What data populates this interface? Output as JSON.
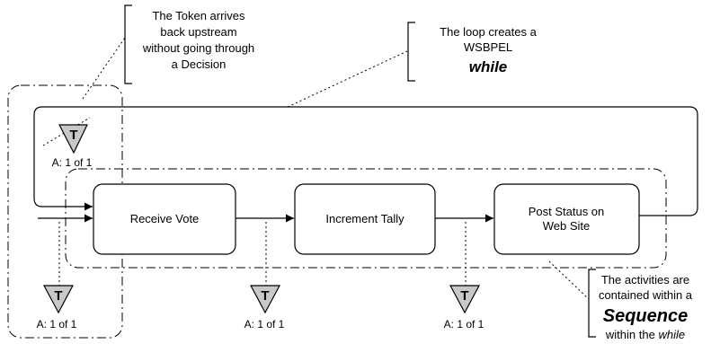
{
  "activities": [
    {
      "id": "receive",
      "lines": [
        "Receive Vote"
      ]
    },
    {
      "id": "increment",
      "lines": [
        "Increment Tally"
      ]
    },
    {
      "id": "post",
      "lines": [
        "Post Status on",
        "Web Site"
      ]
    }
  ],
  "tokens": [
    {
      "symbol": "T",
      "label": "A: 1 of 1"
    },
    {
      "symbol": "T",
      "label": "A: 1 of 1"
    },
    {
      "symbol": "T",
      "label": "A: 1 of 1"
    },
    {
      "symbol": "T",
      "label": "A: 1 of 1"
    }
  ],
  "annotations": {
    "token_upstream": [
      "The Token arrives",
      "back upstream",
      "without going through",
      "a Decision"
    ],
    "loop": {
      "lines": [
        "The loop creates a",
        "WSBPEL"
      ],
      "emphasis": "while"
    },
    "sequence": {
      "lines": [
        "The activities are",
        "contained within a"
      ],
      "emphasis": "Sequence",
      "tail_prefix": "within the ",
      "tail_italic": "while"
    }
  },
  "colors": {
    "stroke": "#000000",
    "token_fill": "#c8c8c8",
    "background": "#ffffff"
  }
}
